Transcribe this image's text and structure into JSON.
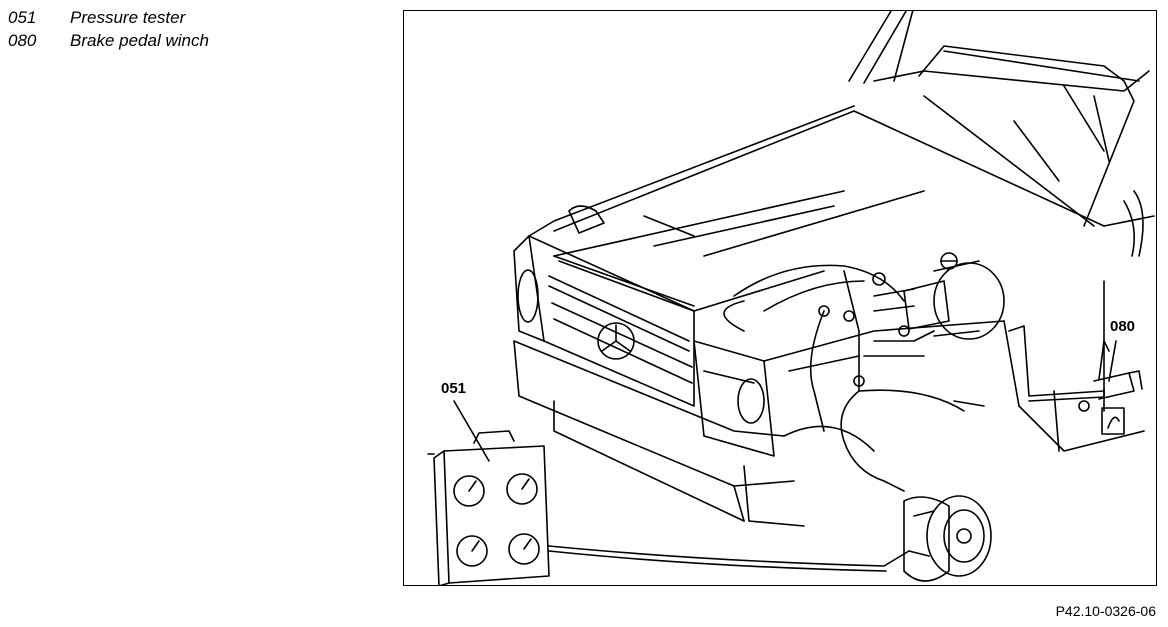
{
  "legend": {
    "items": [
      {
        "code": "051",
        "label": "Pressure tester"
      },
      {
        "code": "080",
        "label": "Brake pedal winch"
      }
    ]
  },
  "figure": {
    "callouts": {
      "pressure_tester": "051",
      "pedal_winch": "080"
    },
    "reference": "P42.10-0326-06"
  }
}
